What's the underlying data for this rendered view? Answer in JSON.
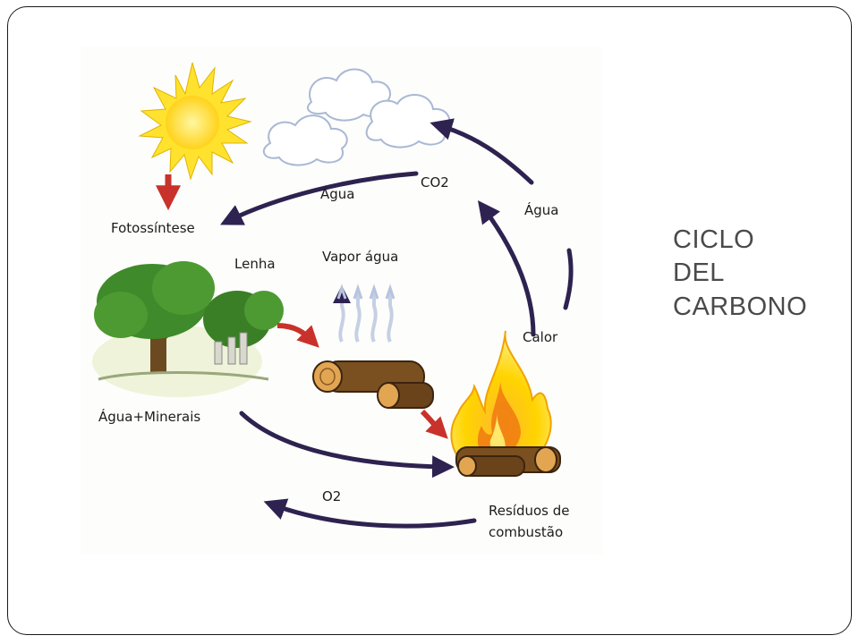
{
  "slide": {
    "title_lines": [
      "CICLO",
      "DEL",
      "CARBONO"
    ]
  },
  "diagram": {
    "labels": {
      "fotossintese": "Fotossíntese",
      "lenha": "Lenha",
      "vapor_agua": "Vapor água",
      "agua_top": "Água",
      "co2": "CO2",
      "agua_right": "Água",
      "calor": "Calor",
      "agua_minerais": "Água+Minerais",
      "o2": "O2",
      "residuos_line1": "Resíduos de",
      "residuos_line2": "combustão"
    },
    "colors": {
      "arrow_dark": "#2e2250",
      "arrow_red": "#c8322a",
      "sun": "#ffe22e",
      "foliage": "#3f8a2a",
      "trunk": "#6b4a22",
      "flame_outer": "#ffd400",
      "flame_inner": "#f07a10",
      "cloud_stroke": "#a9b8d4"
    }
  }
}
